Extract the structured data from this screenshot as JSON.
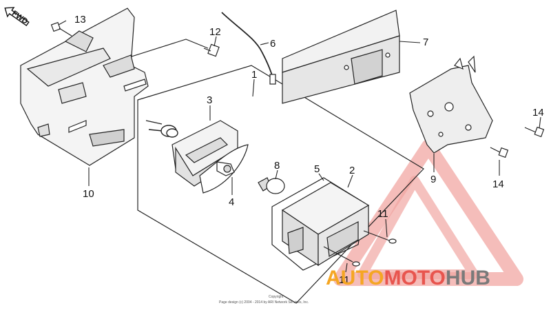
{
  "diagram": {
    "fwd_label": "FWD",
    "callouts": {
      "c1": "1",
      "c2": "2",
      "c3": "3",
      "c4": "4",
      "c5": "5",
      "c6": "6",
      "c7": "7",
      "c8": "8",
      "c9": "9",
      "c10": "10",
      "c11a": "11",
      "c11b": "11",
      "c12": "12",
      "c13": "13",
      "c14a": "14",
      "c14b": "14"
    },
    "copyright_line1": "Copyright",
    "copyright_line2": "Page design (c) 2004 - 2014 by ARI Network Services, Inc."
  },
  "watermark": {
    "part1": "AUTO",
    "part2": "MOTO",
    "part3": "HUB",
    "colors": {
      "orange": "#f5a623",
      "red": "#e8554e",
      "gray": "#7a7a7a"
    }
  }
}
